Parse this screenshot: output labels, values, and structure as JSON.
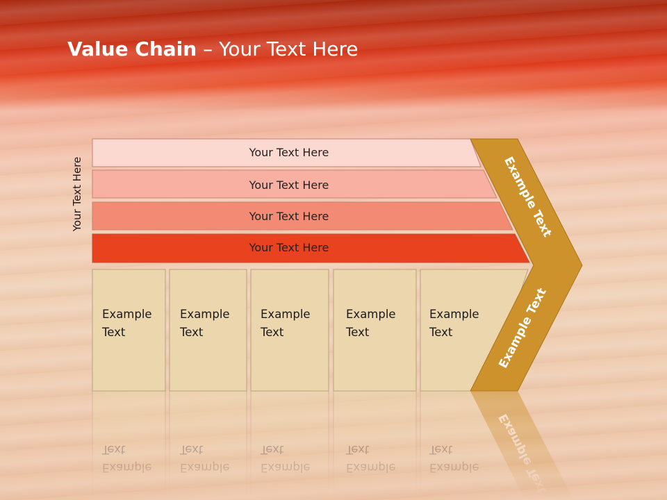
{
  "title": {
    "bold": "Value Chain",
    "rest": " – Your Text Here"
  },
  "side_label": "Your Text Here",
  "support_bars": [
    "Your Text Here",
    "Your Text Here",
    "Your Text Here",
    "Your Text Here"
  ],
  "primary_cells": [
    {
      "line1": "Example",
      "line2": "Text"
    },
    {
      "line1": "Example",
      "line2": "Text"
    },
    {
      "line1": "Example",
      "line2": "Text"
    },
    {
      "line1": "Example",
      "line2": "Text"
    },
    {
      "line1": "Example",
      "line2": "Text"
    }
  ],
  "chevron": {
    "upper": "Example Text",
    "lower": "Example Text"
  },
  "colors": {
    "bar1": "#fbd8d0",
    "bar2": "#f7b0a2",
    "bar3": "#f38a74",
    "bar4": "#e8421f",
    "cell": "#ecd6ae",
    "chevron": "#cd922c"
  }
}
